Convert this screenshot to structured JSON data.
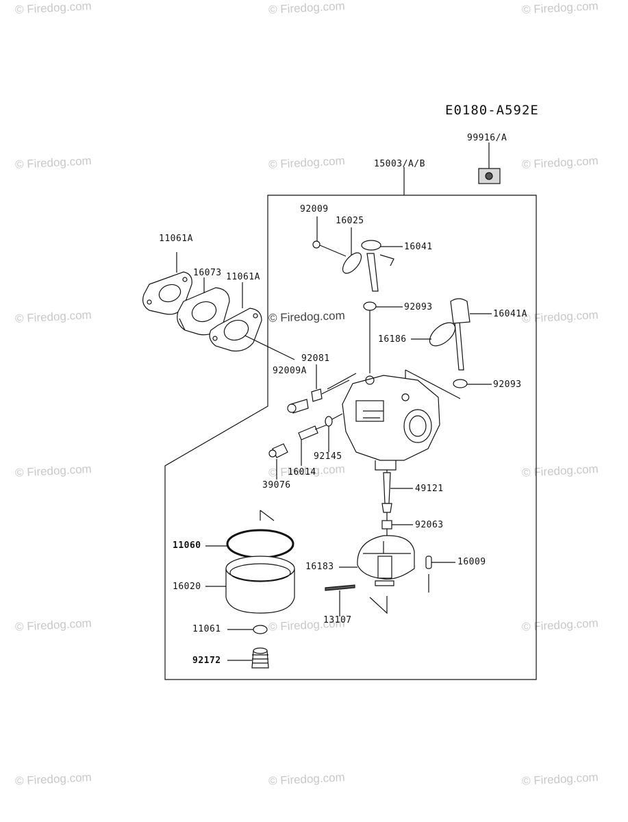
{
  "diagram_code": "E0180-A592E",
  "watermark": "© Firedog.com",
  "parts": {
    "p99916A": "99916/A",
    "p15003AB": "15003/A/B",
    "p92009": "92009",
    "p16025": "16025",
    "p16041": "16041",
    "p11061A_1": "11061A",
    "p16073": "16073",
    "p11061A_2": "11061A",
    "p92093_1": "92093",
    "p16041A": "16041A",
    "p16186": "16186",
    "p92081": "92081",
    "p92009A": "92009A",
    "p92093_2": "92093",
    "p92145": "92145",
    "p16014": "16014",
    "p39076": "39076",
    "p49121": "49121",
    "p92063": "92063",
    "p11060": "11060",
    "p16183": "16183",
    "p16009": "16009",
    "p16020": "16020",
    "p13107": "13107",
    "p11061": "11061",
    "p92172": "92172"
  }
}
